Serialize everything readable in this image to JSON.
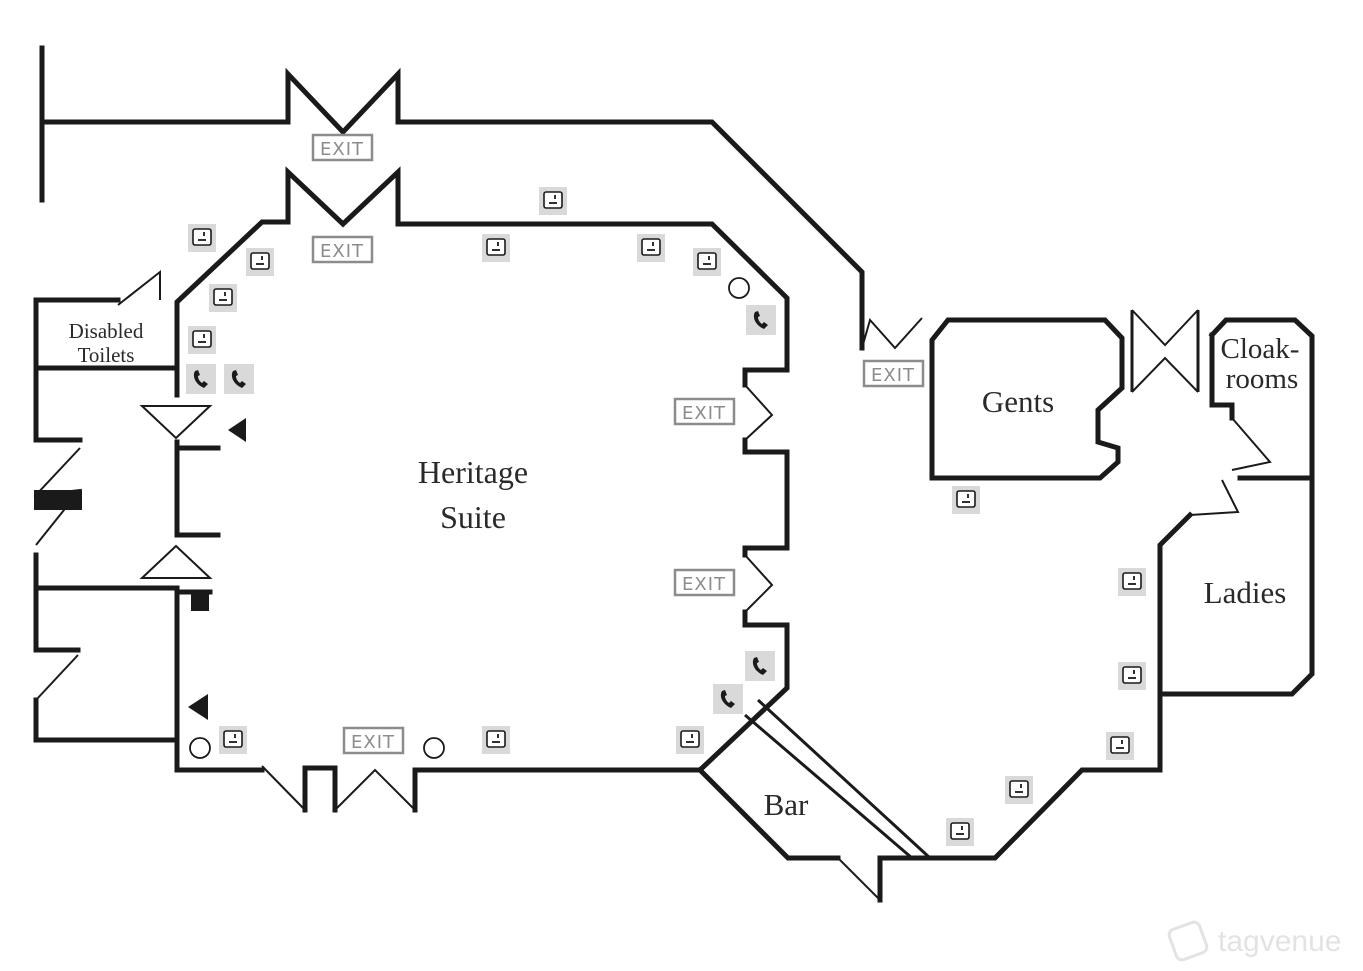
{
  "rooms": {
    "heritage_line1": "Heritage",
    "heritage_line2": "Suite",
    "disabled_line1": "Disabled",
    "disabled_line2": "Toilets",
    "gents": "Gents",
    "cloak_line1": "Cloak-",
    "cloak_line2": "rooms",
    "ladies": "Ladies",
    "bar": "Bar"
  },
  "exit_label": "EXIT",
  "watermark": "tagvenue",
  "icons": {
    "socket": "power-socket-icon",
    "phone": "telephone-icon",
    "circle": "circle-marker-icon",
    "triangle": "triangle-marker-icon",
    "square": "square-marker-icon"
  },
  "colors": {
    "wall": "#1a1a1a",
    "exit": "#8c8c8c",
    "icon_bg": "#d9d9d9"
  }
}
